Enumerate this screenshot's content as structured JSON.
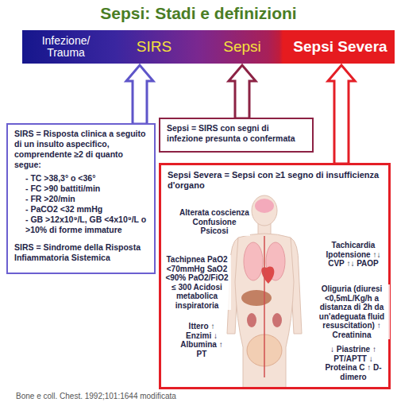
{
  "diagram": {
    "title": "Sepsi: Stadi e definizioni",
    "caption": "Bone e coll. Chest. 1992;101:1644 modificata",
    "nodes": [
      {
        "text": [
          "Infezione/ Trauma"
        ]
      },
      {
        "text": [
          "SIRS"
        ]
      },
      {
        "text": [
          "Sepsi"
        ]
      },
      {
        "text": [
          "Sepsi Severa"
        ]
      },
      {
        "text": [
          "SIRS = Risposta clinica a seguito di un insulto aspecifico, comprendente ≥2 di quanto segue:",
          "- TC >38,3° o <36°",
          "- FC >90 battiti/min",
          "- FR >20/min",
          "- PaCO2 <32 mmHg",
          "- GB >12x10⁹/L, GB <4x10⁹/L o >10% di forme immature",
          "SIRS = Sindrome della Risposta Infiammatoria Sistemica"
        ]
      },
      {
        "text": [
          "Sepsi = SIRS con segni di infezione presunta o confermata"
        ]
      },
      {
        "text": [
          "Sepsi Severa = Sepsi con ≥1 segno di insufficienza d'organo",
          "Alterata coscienza Confusione Psicosi",
          "Tachipnea PaO2 <70mmHg SaO2 <90% PaO2/FiO2 ≤ 300 Acidosi metabolica inspiratoria",
          "Tachicardia Ipotensione ↑↓ CVP ↑↓ PAOP",
          "Oliguria (diuresi <0,5mL/Kg/h a distanza di 2h da un'adeguata fluid resuscitation) ↑ Creatinina",
          "Ittero ↑ Enzimi ↓ Albumina ↑ PT",
          "↓ Piastrine ↑ PT/APTT ↓ Proteina C ↑ D-dimero"
        ]
      }
    ],
    "edges": [
      {
        "from": 4,
        "to": 1,
        "arrow": "to"
      },
      {
        "from": 5,
        "to": 2,
        "arrow": "to"
      },
      {
        "from": 6,
        "to": 3,
        "arrow": "to"
      }
    ]
  }
}
